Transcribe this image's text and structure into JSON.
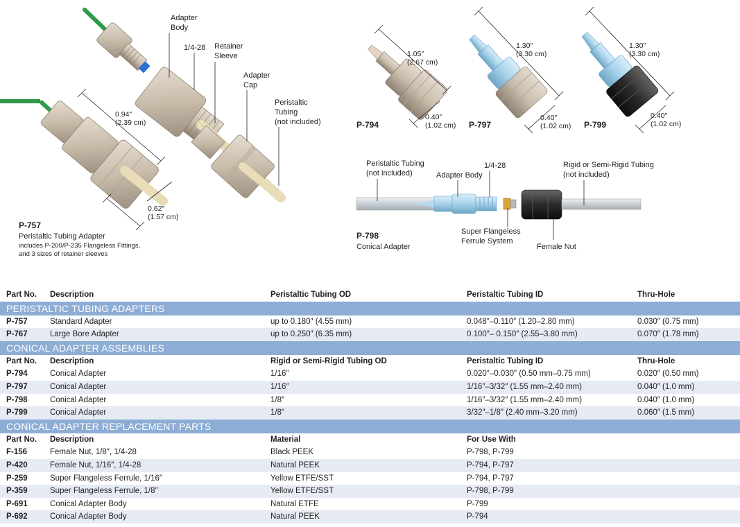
{
  "illustrations": {
    "p757": {
      "code": "P-757",
      "title": "Peristaltic Tubing Adapter",
      "desc_line1": "includes P-200/P-235 Flangeless Fittings,",
      "desc_line2": "and 3 sizes of retainer sleeves",
      "callout_adapter_body_1": "Adapter",
      "callout_adapter_body_2": "Body",
      "callout_thread": "1/4-28",
      "callout_retainer_1": "Retainer",
      "callout_retainer_2": "Sleeve",
      "callout_cap_1": "Adapter",
      "callout_cap_2": "Cap",
      "callout_tubing_1": "Peristaltic",
      "callout_tubing_2": "Tubing",
      "callout_tubing_3": "(not included)",
      "dim_a_in": "0.94″",
      "dim_a_cm": "(2.39 cm)",
      "dim_b_in": "0.62″",
      "dim_b_cm": "(1.57 cm)"
    },
    "p794": {
      "code": "P-794",
      "len_in": "1.05″",
      "len_cm": "(2.67 cm)",
      "dia_in": "0.40″",
      "dia_cm": "(1.02 cm)"
    },
    "p797": {
      "code": "P-797",
      "len_in": "1.30″",
      "len_cm": "(3.30 cm)",
      "dia_in": "0.40″",
      "dia_cm": "(1.02 cm)"
    },
    "p799": {
      "code": "P-799",
      "len_in": "1.30″",
      "len_cm": "(3.30 cm)",
      "dia_in": "0.40″",
      "dia_cm": "(1.02 cm)"
    },
    "p798": {
      "code": "P-798",
      "title": "Conical Adapter",
      "callout_tubing_1": "Peristaltic Tubing",
      "callout_tubing_2": "(not included)",
      "callout_body": "Adapter Body",
      "callout_thread": "1/4-28",
      "callout_rigid_1": "Rigid or Semi-Rigid Tubing",
      "callout_rigid_2": "(not included)",
      "callout_ferrule_1": "Super Flangeless",
      "callout_ferrule_2": "Ferrule System",
      "callout_nut": "Female Nut"
    }
  },
  "table": {
    "header1": {
      "part": "Part No.",
      "desc": "Description",
      "c3": "Peristaltic Tubing OD",
      "c4": "Peristaltic Tubing ID",
      "c5": "Thru-Hole"
    },
    "section1": "PERISTALTIC TUBING ADAPTERS",
    "rows1": [
      {
        "part": "P-757",
        "desc": "Standard Adapter",
        "c3": "up to 0.180″ (4.55 mm)",
        "c4": "0.048″–0.110″ (1.20–2.80 mm)",
        "c5": "0.030″ (0.75 mm)"
      },
      {
        "part": "P-767",
        "desc": "Large Bore Adapter",
        "c3": "up to 0.250″ (6.35 mm)",
        "c4": "0.100″– 0.150″ (2.55–3.80 mm)",
        "c5": "0.070″ (1.78 mm)"
      }
    ],
    "section2": "CONICAL ADAPTER ASSEMBLIES",
    "header2": {
      "part": "Part No.",
      "desc": "Description",
      "c3": "Rigid or Semi-Rigid Tubing OD",
      "c4": "Peristaltic Tubing ID",
      "c5": "Thru-Hole"
    },
    "rows2": [
      {
        "part": "P-794",
        "desc": "Conical Adapter",
        "c3": "1/16″",
        "c4": "0.020″–0.030″ (0.50 mm–0.75 mm)",
        "c5": "0.020″ (0.50 mm)"
      },
      {
        "part": "P-797",
        "desc": "Conical Adapter",
        "c3": "1/16″",
        "c4": "1/16″–3/32″ (1.55 mm–2.40 mm)",
        "c5": "0.040″ (1.0 mm)"
      },
      {
        "part": "P-798",
        "desc": "Conical Adapter",
        "c3": "1/8″",
        "c4": "1/16″–3/32″ (1.55 mm–2.40 mm)",
        "c5": "0.040″ (1.0 mm)"
      },
      {
        "part": "P-799",
        "desc": "Conical Adapter",
        "c3": "1/8″",
        "c4": "3/32″–1/8″ (2.40 mm–3.20 mm)",
        "c5": "0.060″ (1.5 mm)"
      }
    ],
    "section3": "CONICAL ADAPTER REPLACEMENT PARTS",
    "header3": {
      "part": "Part No.",
      "desc": "Description",
      "c3": "Material",
      "c4": "For Use With"
    },
    "rows3": [
      {
        "part": "F-156",
        "desc": "Female Nut, 1/8″, 1/4-28",
        "c3": "Black PEEK",
        "c4": "P-798, P-799"
      },
      {
        "part": "P-420",
        "desc": "Female Nut, 1/16″, 1/4-28",
        "c3": "Natural PEEK",
        "c4": "P-794, P-797"
      },
      {
        "part": "P-259",
        "desc": "Super Flangeless Ferrule, 1/16″",
        "c3": "Yellow ETFE/SST",
        "c4": "P-794, P-797"
      },
      {
        "part": "P-359",
        "desc": "Super Flangeless Ferrule, 1/8″",
        "c3": "Yellow ETFE/SST",
        "c4": "P-798, P-799"
      },
      {
        "part": "P-691",
        "desc": "Conical Adapter Body",
        "c3": "Natural ETFE",
        "c4": "P-799"
      },
      {
        "part": "P-692",
        "desc": "Conical Adapter Body",
        "c3": "Natural PEEK",
        "c4": "P-794"
      }
    ]
  },
  "colors": {
    "section_band": "#8dadd5",
    "row_alt": "#e6ebf3",
    "peek_beige": "#cfc3b4",
    "tubing_green": "#2f9a4a",
    "ferrule_blue": "#2a6fd6",
    "etfe_blue": "#a9d3ec",
    "nut_black": "#2b2b2b"
  }
}
